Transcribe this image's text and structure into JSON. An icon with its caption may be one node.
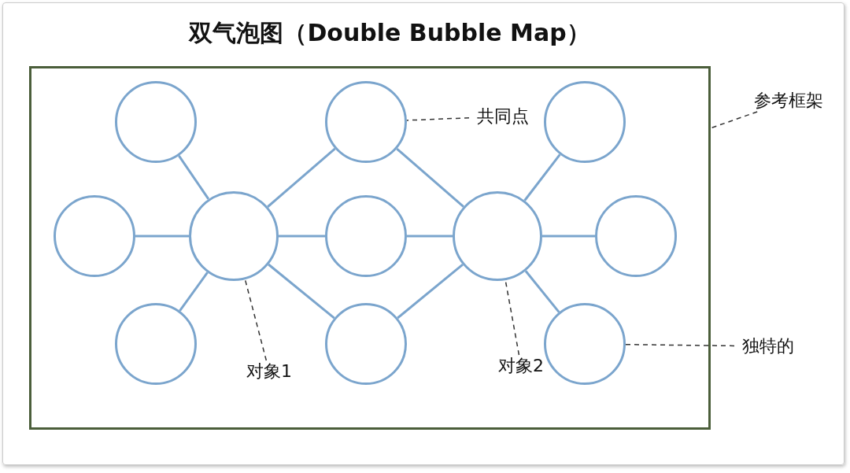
{
  "diagram": {
    "title": "双气泡图（Double Bubble Map）",
    "nodes": [
      {
        "text": [],
        "shape": "box"
      },
      {
        "text": [],
        "shape": "circle",
        "in": 0
      },
      {
        "text": [],
        "shape": "circle",
        "in": 0
      },
      {
        "text": [],
        "shape": "circle",
        "in": 0
      },
      {
        "text": [],
        "shape": "circle",
        "in": 0
      },
      {
        "text": [],
        "shape": "circle",
        "in": 0
      },
      {
        "text": [],
        "shape": "circle",
        "in": 0
      },
      {
        "text": [],
        "shape": "circle",
        "in": 0
      },
      {
        "text": [],
        "shape": "circle",
        "in": 0
      },
      {
        "text": [],
        "shape": "circle",
        "in": 0
      },
      {
        "text": [],
        "shape": "circle",
        "in": 0
      },
      {
        "text": [],
        "shape": "circle",
        "in": 0
      },
      {
        "text": [
          "共同点"
        ],
        "in": 0
      },
      {
        "text": [
          "对象1"
        ],
        "in": 0
      },
      {
        "text": [
          "对象2"
        ],
        "in": 0
      },
      {
        "text": [
          "独特的"
        ]
      },
      {
        "text": [
          "参考框架"
        ]
      }
    ],
    "edges": [
      {
        "from": 4,
        "to": 1,
        "arrow": "none"
      },
      {
        "from": 4,
        "to": 2,
        "arrow": "none"
      },
      {
        "from": 4,
        "to": 3,
        "arrow": "none"
      },
      {
        "from": 4,
        "to": 5,
        "arrow": "none"
      },
      {
        "from": 4,
        "to": 6,
        "arrow": "none"
      },
      {
        "from": 4,
        "to": 7,
        "arrow": "none"
      },
      {
        "from": 8,
        "to": 5,
        "arrow": "none"
      },
      {
        "from": 8,
        "to": 6,
        "arrow": "none"
      },
      {
        "from": 8,
        "to": 7,
        "arrow": "none"
      },
      {
        "from": 8,
        "to": 9,
        "arrow": "none"
      },
      {
        "from": 8,
        "to": 11,
        "arrow": "none"
      },
      {
        "from": 8,
        "to": 10,
        "arrow": "none"
      },
      {
        "from": 12,
        "to": 5,
        "arrow": "none",
        "style": "dashed",
        "color": "#333333"
      },
      {
        "from": 13,
        "to": 4,
        "arrow": "none",
        "style": "dashed",
        "color": "#333333"
      },
      {
        "from": 14,
        "to": 8,
        "arrow": "none",
        "style": "dashed",
        "color": "#333333"
      },
      {
        "from": 15,
        "to": 10,
        "arrow": "none",
        "style": "dashed",
        "color": "#333333"
      },
      {
        "from": 16,
        "to": 0,
        "arrow": "none",
        "style": "dashed",
        "color": "#333333"
      }
    ]
  }
}
